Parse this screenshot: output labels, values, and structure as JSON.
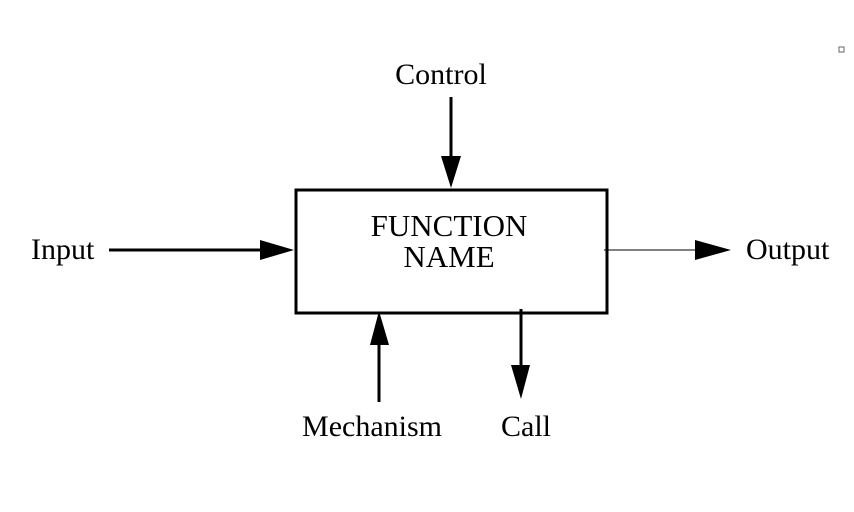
{
  "diagram": {
    "function_name_line1": "FUNCTION",
    "function_name_line2": "NAME",
    "control": "Control",
    "input": "Input",
    "output": "Output",
    "mechanism": "Mechanism",
    "call": "Call",
    "stroke_color": "#000000",
    "background_color": "#ffffff"
  }
}
